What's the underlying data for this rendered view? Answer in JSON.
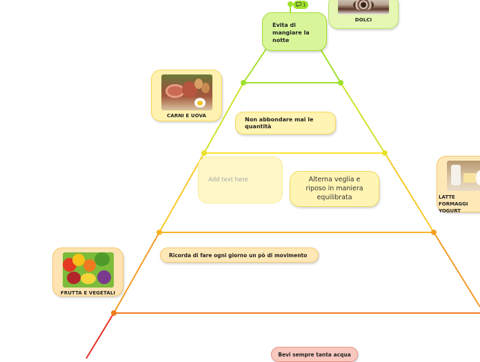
{
  "comment_badge": {
    "icon": "comment-icon",
    "count": "1"
  },
  "nodes": {
    "top_tip": "Evita di mangiare la notte",
    "sweets": "DOLCI",
    "meat_eggs": "CARNI E UOVA",
    "quantity_tip": "Non abbondare mai le quantità",
    "add_text": "Add text here",
    "sleep_tip": "Alterna veglia e riposo in maniera equilibrata",
    "dairy": "LATTE FORMAGGI YOGURT",
    "movement_tip": "Ricorda di fare ogni giorno un pò di movimento",
    "fruit_veg": "FRUTTA E VEGETALI",
    "water_tip": "Bevi sempre tanta acqua"
  },
  "colors": {
    "green": "#9fe02a",
    "yellow": "#ffe12a",
    "orange": "#f59a23",
    "dark_orange": "#f07a1e",
    "red": "#e52e1f",
    "light_green_fill": "#d8f59a",
    "light_yellow_fill": "#fff6b8",
    "light_orange_fill": "#ffe8b8",
    "light_red_fill": "#f8c8bf"
  }
}
